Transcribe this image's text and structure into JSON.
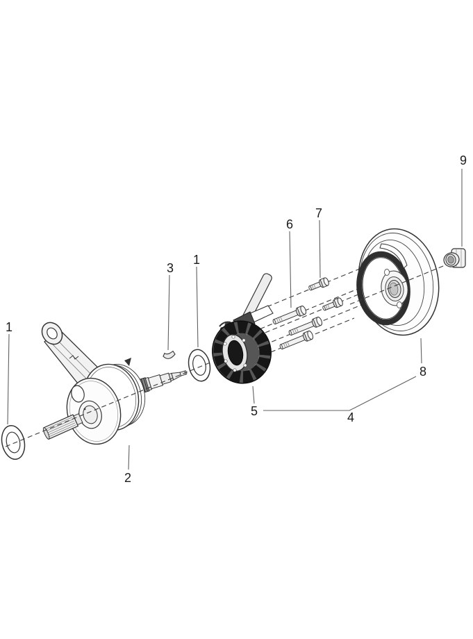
{
  "diagram": {
    "type": "exploded-parts-diagram",
    "subject": "engine crankshaft, stator and flywheel rotor assembly",
    "background_color": "#ffffff",
    "line_color": "#333333",
    "dark_part_color": "#1f1f1f",
    "leader_color": "#606060",
    "callouts": {
      "washer_left": "1",
      "crankshaft": "2",
      "woodruff_key": "3",
      "washer_mid": "1",
      "assembly_group": "4",
      "stator": "5",
      "bolt_long": "6",
      "bolt_short": "7",
      "rotor": "8",
      "nut": "9"
    }
  }
}
